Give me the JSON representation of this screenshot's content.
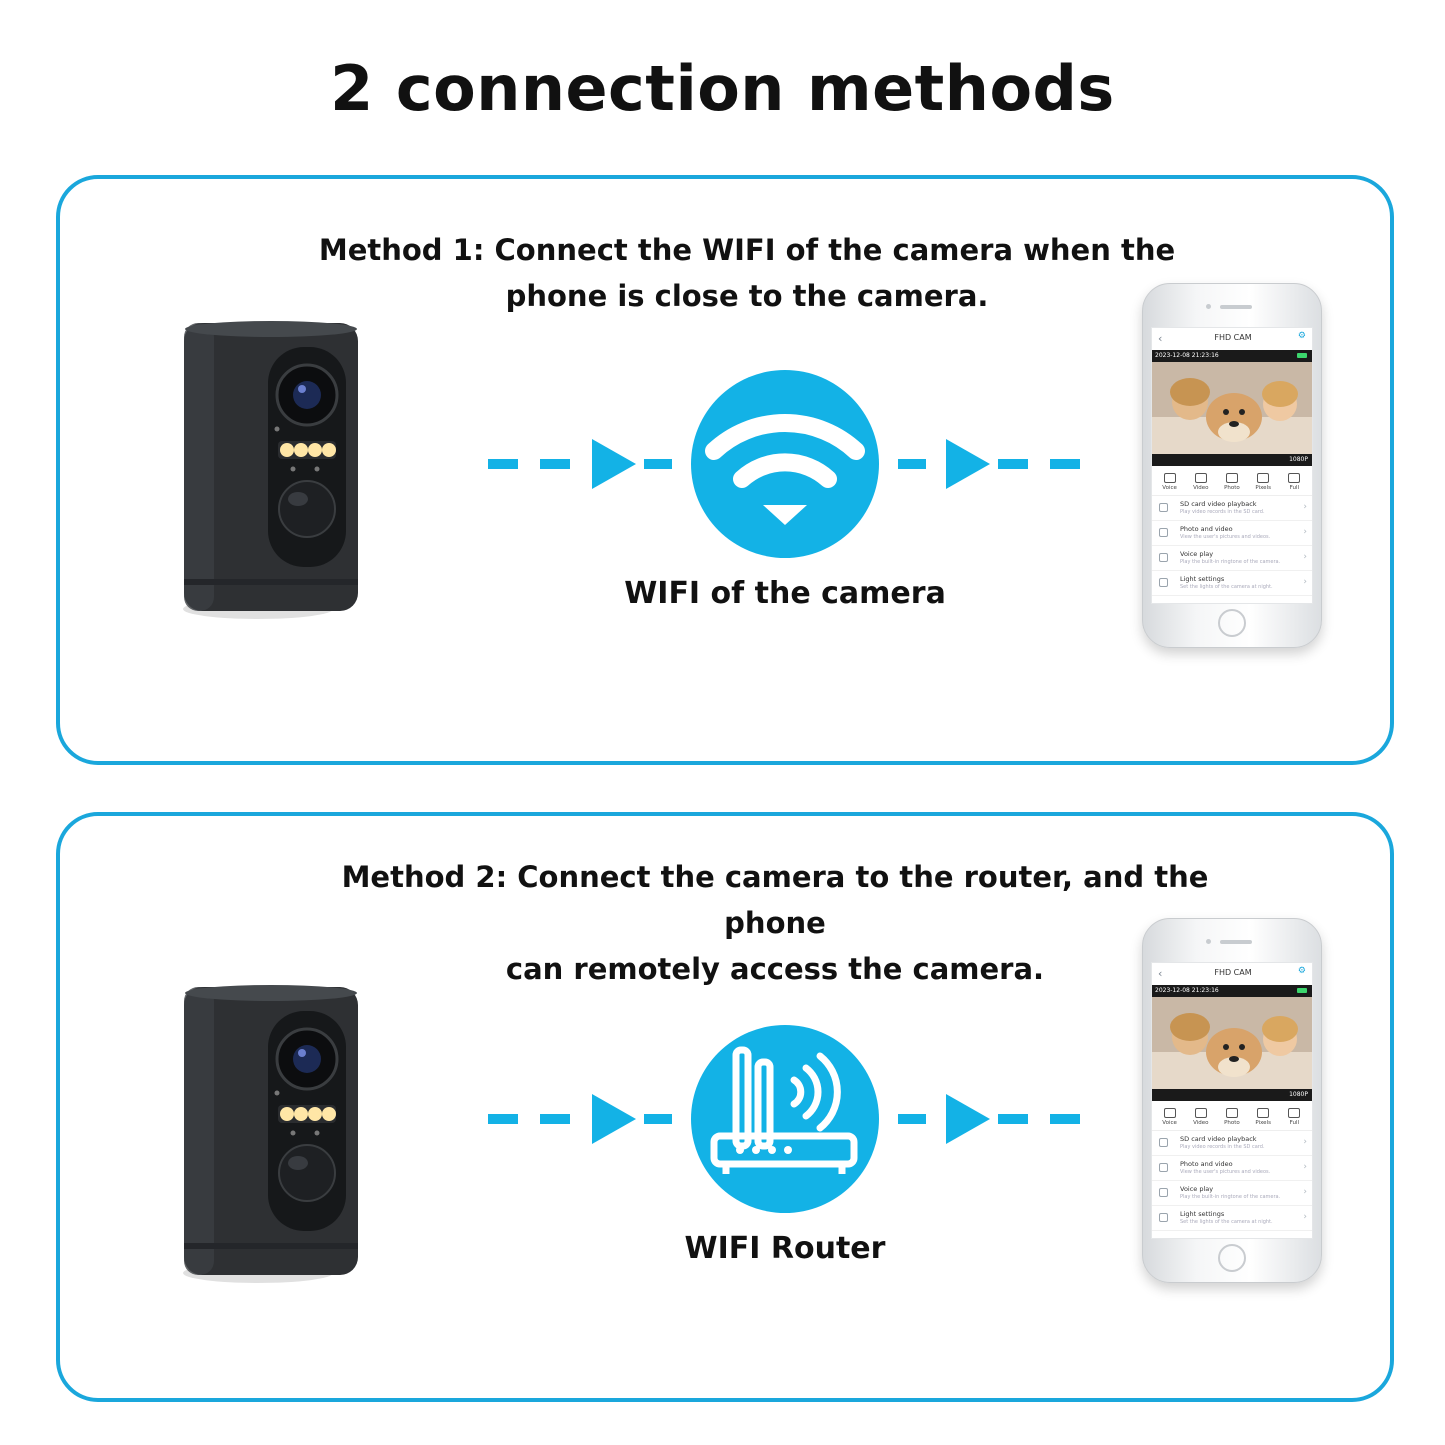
{
  "title": "2 connection methods",
  "colors": {
    "accent": "#1aa7dc",
    "camera_body": "#2e3033"
  },
  "methods": [
    {
      "heading_line1": "Method 1: Connect the WIFI of the camera when the",
      "heading_line2": "phone is close to the camera.",
      "icon": "wifi-icon",
      "label": "WIFI of the camera"
    },
    {
      "heading_line1": "Method 2: Connect the camera to the router, and the phone",
      "heading_line2": "can remotely access the camera.",
      "icon": "router-icon",
      "label": "WIFI Router"
    }
  ],
  "app": {
    "title": "FHD CAM",
    "timestamp": "2023-12-08 21:23:16",
    "resolution": "1080P",
    "controls": [
      "Voice",
      "Video",
      "Photo",
      "Pixels",
      "Full"
    ],
    "menu": [
      {
        "title": "SD card video playback",
        "sub": "Play video records in the SD card."
      },
      {
        "title": "Photo and video",
        "sub": "View the user's pictures and videos."
      },
      {
        "title": "Voice play",
        "sub": "Play the built-in ringtone of the camera."
      },
      {
        "title": "Light settings",
        "sub": "Set the lights of the camera at night."
      }
    ]
  }
}
